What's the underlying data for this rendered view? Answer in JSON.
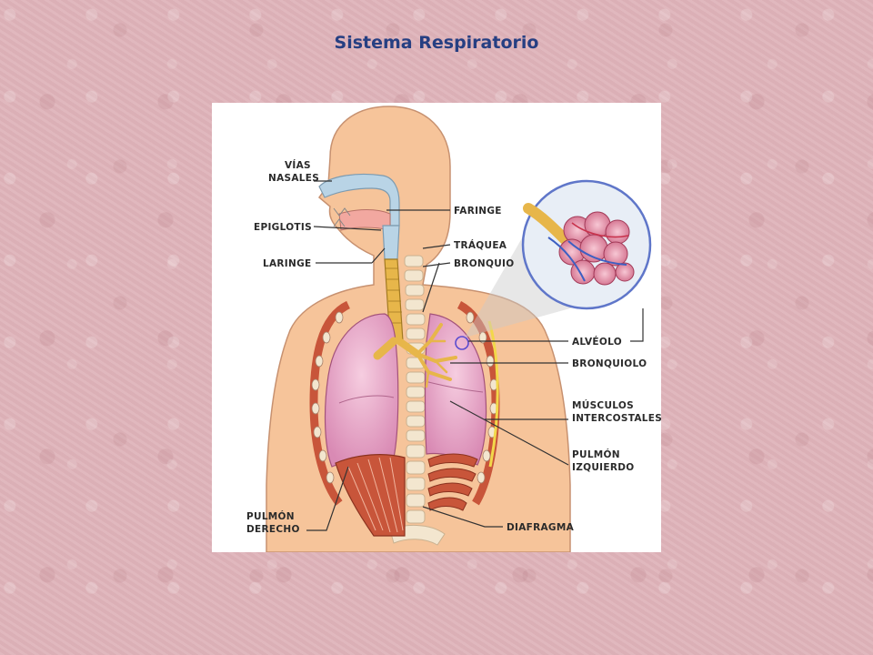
{
  "title": "Sistema Respiratorio",
  "labels": {
    "vias_nasales": [
      "VÍAS",
      "NASALES"
    ],
    "faringe": "FARINGE",
    "epiglotis": "EPIGLOTIS",
    "traquea": "TRÁQUEA",
    "laringe": "LARINGE",
    "bronquio": "BRONQUIO",
    "alveolo": "ALVÉOLO",
    "bronquiolo": "BRONQUIOLO",
    "musculos_intercostales": [
      "MÚSCULOS",
      "INTERCOSTALES"
    ],
    "pulmon_izquierdo": [
      "PULMÓN",
      "IZQUIERDO"
    ],
    "pulmon_derecho": [
      "PULMÓN",
      "DERECHO"
    ],
    "diafragma": "DIAFRAGMA"
  },
  "colors": {
    "skin": "#f6c49a",
    "lung": "#efb6d1",
    "airway": "#b9d4e6",
    "trachea": "#e7b64a",
    "muscle": "#c8553a",
    "spine": "#f3e6cf",
    "title": "#263f82"
  }
}
